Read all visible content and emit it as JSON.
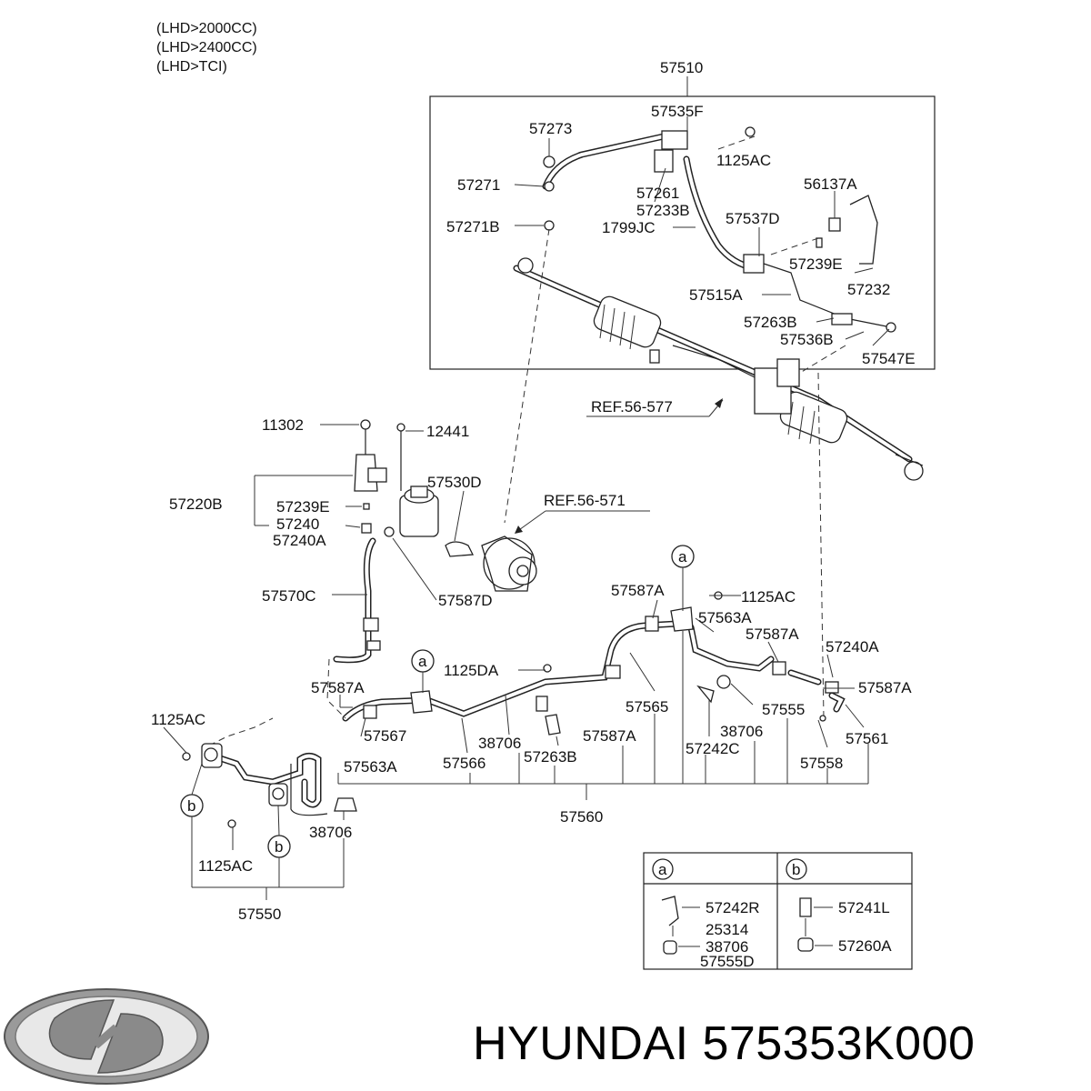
{
  "conditions": [
    "(LHD>2000CC)",
    "(LHD>2400CC)",
    "(LHD>TCI)"
  ],
  "labels": {
    "l57510": "57510",
    "l57535F": "57535F",
    "l57273": "57273",
    "l1125AC_top": "1125AC",
    "l57271": "57271",
    "l57261": "57261",
    "l57233B": "57233B",
    "l56137A": "56137A",
    "l57271B": "57271B",
    "l1799JC": "1799JC",
    "l57537D": "57537D",
    "l57239E_top": "57239E",
    "l57232": "57232",
    "l57515A": "57515A",
    "l57263B_top": "57263B",
    "l57536B": "57536B",
    "l57547E": "57547E",
    "ref577": "REF.56-577",
    "l11302": "11302",
    "l12441": "12441",
    "l57530D": "57530D",
    "ref571": "REF.56-571",
    "l57220B": "57220B",
    "l57239E": "57239E",
    "l57240": "57240",
    "l57240A": "57240A",
    "l57570C": "57570C",
    "l57587D": "57587D",
    "l57587A_a": "57587A",
    "l1125AC_mid": "1125AC",
    "l57563A_r": "57563A",
    "l57587A_b": "57587A",
    "l57240A_r": "57240A",
    "l1125DA": "1125DA",
    "l57587A_l": "57587A",
    "l57587A_r": "57587A",
    "l57565": "57565",
    "l57555": "57555",
    "l1125AC_left": "1125AC",
    "l57567": "57567",
    "l38706_a": "38706",
    "l57587A_c": "57587A",
    "l38706_b": "38706",
    "l57561": "57561",
    "l57563A_l": "57563A",
    "l57566": "57566",
    "l57263B": "57263B",
    "l57242C": "57242C",
    "l57558": "57558",
    "l57560": "57560",
    "l38706_c": "38706",
    "l1125AC_bot": "1125AC",
    "l57550": "57550"
  },
  "callouts": {
    "a": "a",
    "b": "b"
  },
  "legend": {
    "a_header": "a",
    "b_header": "b",
    "a_items": [
      "57242R",
      "25314",
      "38706",
      "57555D"
    ],
    "b_items": [
      "57241L",
      "57260A"
    ]
  },
  "brand": {
    "caption": "HYUNDAI 575353K000",
    "logo": "hyundai-logo"
  }
}
